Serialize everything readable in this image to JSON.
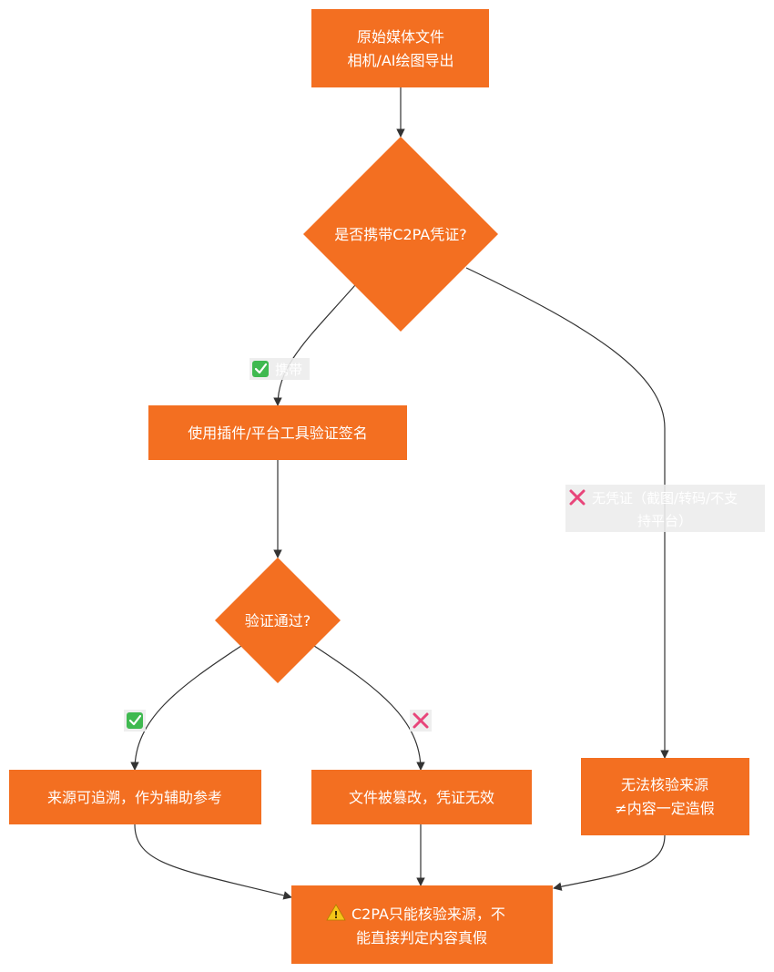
{
  "nodes": {
    "start": {
      "lines": [
        "原始媒体文件",
        "相机/AI绘图导出"
      ]
    },
    "has_c2pa": {
      "lines": [
        "是否携带C2PA凭证?"
      ]
    },
    "verify_tool": {
      "lines": [
        "使用插件/平台工具验证签名"
      ]
    },
    "verify_pass": {
      "lines": [
        "验证通过?"
      ]
    },
    "traceable": {
      "lines": [
        "来源可追溯，作为辅助参考"
      ]
    },
    "tampered": {
      "lines": [
        "文件被篡改，凭证无效"
      ]
    },
    "cannot_verify": {
      "lines": [
        "无法核验来源",
        "≠内容一定造假"
      ]
    },
    "conclusion": {
      "icon": "warning-icon",
      "lines": [
        "C2PA只能核验来源，不",
        "能直接判定内容真假"
      ]
    }
  },
  "edge_labels": {
    "carry": {
      "icon": "check-icon",
      "text": "携带"
    },
    "no_credential": {
      "icon": "cross-icon",
      "lines": [
        "无凭证（截图/转码/不支",
        "持平台）"
      ]
    },
    "pass": {
      "icon": "check-icon",
      "text": ""
    },
    "fail": {
      "icon": "cross-icon",
      "text": ""
    }
  },
  "colors": {
    "node_fill": "#f36f21",
    "edge": "#333333",
    "label_bg": "#ececec",
    "check": "#3fb950",
    "cross": "#e8457a"
  }
}
